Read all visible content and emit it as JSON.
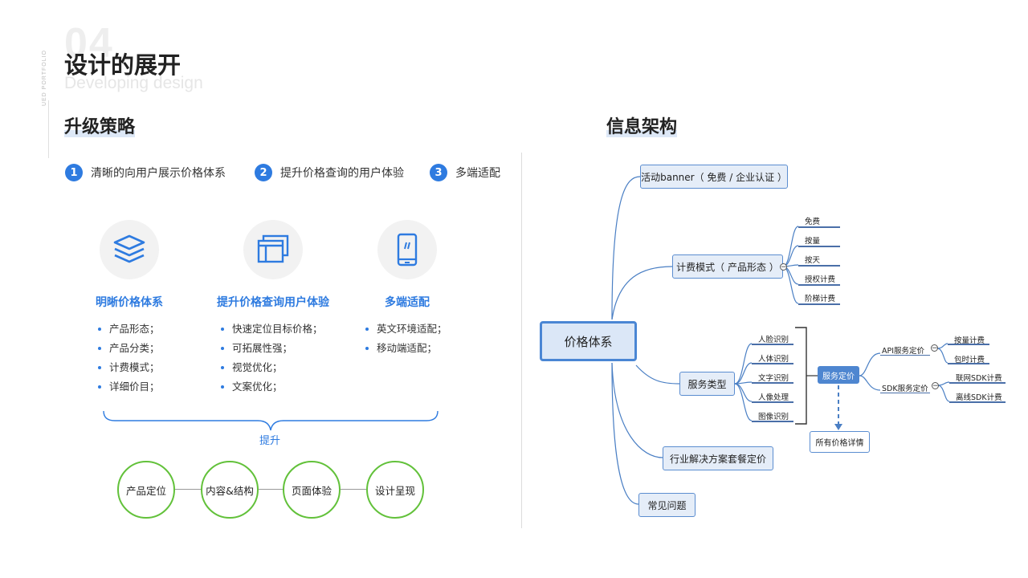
{
  "header": {
    "number": "04",
    "vertical_text": "UED PORTFOLIO",
    "title": "设计的展开",
    "subtitle": "Developing design"
  },
  "left": {
    "section_title": "升级策略",
    "goals": [
      {
        "num": "1",
        "label": "清晰的向用户展示价格体系"
      },
      {
        "num": "2",
        "label": "提升价格查询的用户体验"
      },
      {
        "num": "3",
        "label": "多端适配"
      }
    ],
    "columns": [
      {
        "icon": "layers-icon",
        "title": "明晰价格体系",
        "items": [
          "产品形态；",
          "产品分类；",
          "计费模式；",
          "详细价目；"
        ]
      },
      {
        "icon": "browser-window-icon",
        "title": "提升价格查询用户体验",
        "items": [
          "快速定位目标价格；",
          "可拓展性强；",
          "视觉优化；",
          "文案优化；"
        ]
      },
      {
        "icon": "mobile-phone-icon",
        "title": "多端适配",
        "items": [
          "英文环境适配；",
          "移动端适配；"
        ]
      }
    ],
    "brace_label": "提升",
    "steps": [
      "产品定位",
      "内容&结构",
      "页面体验",
      "设计呈现"
    ]
  },
  "right": {
    "section_title": "信息架构",
    "root": "价格体系",
    "branches": {
      "banner": "活动banner（ 免费 / 企业认证 ）",
      "billing": "计费模式（ 产品形态 ）",
      "service": "服务类型",
      "solution": "行业解决方案套餐定价",
      "faq": "常见问题"
    },
    "billing_items": [
      "免费",
      "按量",
      "按天",
      "授权计费",
      "阶梯计费"
    ],
    "service_items": [
      "人脸识别",
      "人体识别",
      "文字识别",
      "人像处理",
      "图像识别"
    ],
    "service_pricing": "服务定价",
    "api_pricing": "API服务定价",
    "api_items": [
      "按量计费",
      "包时计费"
    ],
    "sdk_pricing": "SDK服务定价",
    "sdk_items": [
      "联网SDK计费",
      "离线SDK计费"
    ],
    "all_prices": "所有价格详情"
  },
  "colors": {
    "accent": "#2e7be0",
    "green": "#62c13a",
    "node_border": "#5b8dd0",
    "node_fill": "#e5edf8"
  }
}
